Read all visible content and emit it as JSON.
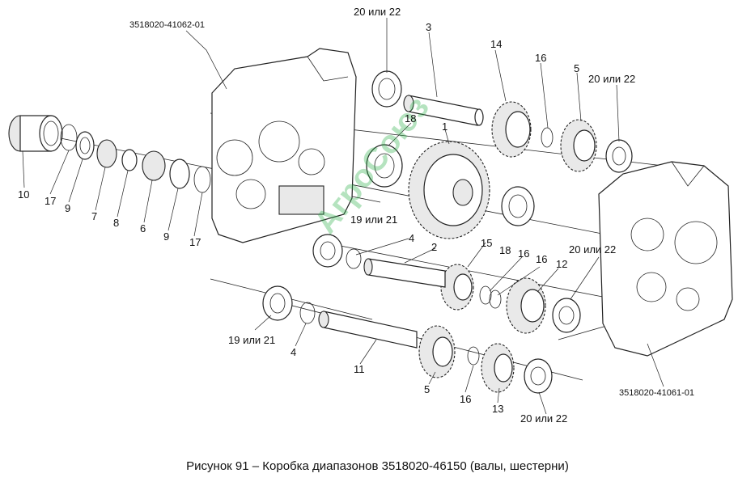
{
  "caption": "Рисунок 91 – Коробка диапазонов 3518020-46150 (валы, шестерни)",
  "watermark": "АгроСоюз",
  "housing_codes": {
    "left": "3518020-41062-01",
    "right": "3518020-41061-01"
  },
  "labels": {
    "n1": "1",
    "n2": "2",
    "n3": "3",
    "n4a": "4",
    "n4b": "4",
    "n5a": "5",
    "n5b": "5",
    "n6": "6",
    "n7": "7",
    "n8": "8",
    "n9a": "9",
    "n9b": "9",
    "n10": "10",
    "n11": "11",
    "n12": "12",
    "n13": "13",
    "n14": "14",
    "n15": "15",
    "n16a": "16",
    "n16b": "16",
    "n16c": "16",
    "n16d": "16",
    "n17a": "17",
    "n17b": "17",
    "n18a": "18",
    "n18b": "18",
    "alt20a": "20 или 22",
    "alt20b": "20 или 22",
    "alt20c": "20 или 22",
    "alt20d": "20 или 22",
    "alt19a": "19 или 21",
    "alt19b": "19 или 21"
  },
  "colors": {
    "watermark": "#2db14a",
    "line": "#222222"
  }
}
